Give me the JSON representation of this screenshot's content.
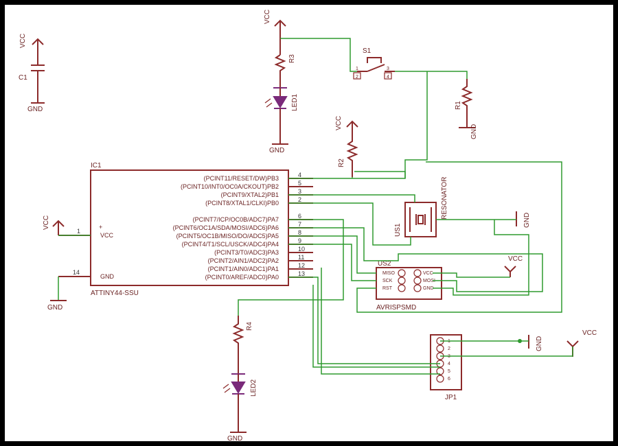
{
  "labels": {
    "vcc": "VCC",
    "gnd": "GND",
    "c1": "C1",
    "r1": "R1",
    "r2": "R2",
    "r3": "R3",
    "r4": "R4",
    "led1": "LED1",
    "led2": "LED2",
    "s1": "S1",
    "ic1": "IC1",
    "ic1_name": "ATTINY44-SSU",
    "resonator": "RESONATOR",
    "us1": "US1",
    "us2": "US2",
    "avrisp": "AVRISPSMD",
    "jp1": "JP1",
    "plus": "+"
  },
  "ic1_left_pins": [
    {
      "num": "1",
      "label": "VCC"
    },
    {
      "num": "14",
      "label": "GND"
    }
  ],
  "ic1_right_pins": [
    {
      "num": "4",
      "label": "(PCINT11/RESET/DW)PB3"
    },
    {
      "num": "5",
      "label": "(PCINT10/INT0/OC0A/CKOUT)PB2"
    },
    {
      "num": "3",
      "label": "(PCINT9/XTAL2)PB1"
    },
    {
      "num": "2",
      "label": "(PCINT8/XTAL1/CLKI)PB0"
    },
    {
      "num": "6",
      "label": "(PCINT7/ICP/OC0B/ADC7)PA7"
    },
    {
      "num": "7",
      "label": "(PCINT6/OC1A/SDA/MOSI/ADC6)PA6"
    },
    {
      "num": "8",
      "label": "(PCINT5/OC1B/MISO/DO/ADC5)PA5"
    },
    {
      "num": "9",
      "label": "(PCINT4/T1/SCL/USCK/ADC4)PA4"
    },
    {
      "num": "10",
      "label": "(PCINT3/T0/ADC3)PA3"
    },
    {
      "num": "11",
      "label": "(PCINT2/AIN1/ADC2)PA2"
    },
    {
      "num": "12",
      "label": "(PCINT1/AIN0/ADC1)PA1"
    },
    {
      "num": "13",
      "label": "(PCINT0/AREF/ADC0)PA0"
    }
  ],
  "switch_pins": [
    "1",
    "2",
    "3",
    "4"
  ],
  "avrisp_pins": {
    "left": [
      "MISO",
      "SCK",
      "RST"
    ],
    "right": [
      "VCC",
      "MOSI",
      "GND"
    ]
  },
  "jp1_pins": [
    "1",
    "2",
    "3",
    "4",
    "5",
    "6"
  ],
  "colors": {
    "background": "#000000",
    "sheet": "#ffffff",
    "part": "#8c2a2a",
    "net": "#2e9a2e",
    "led": "#7a2a7a"
  }
}
